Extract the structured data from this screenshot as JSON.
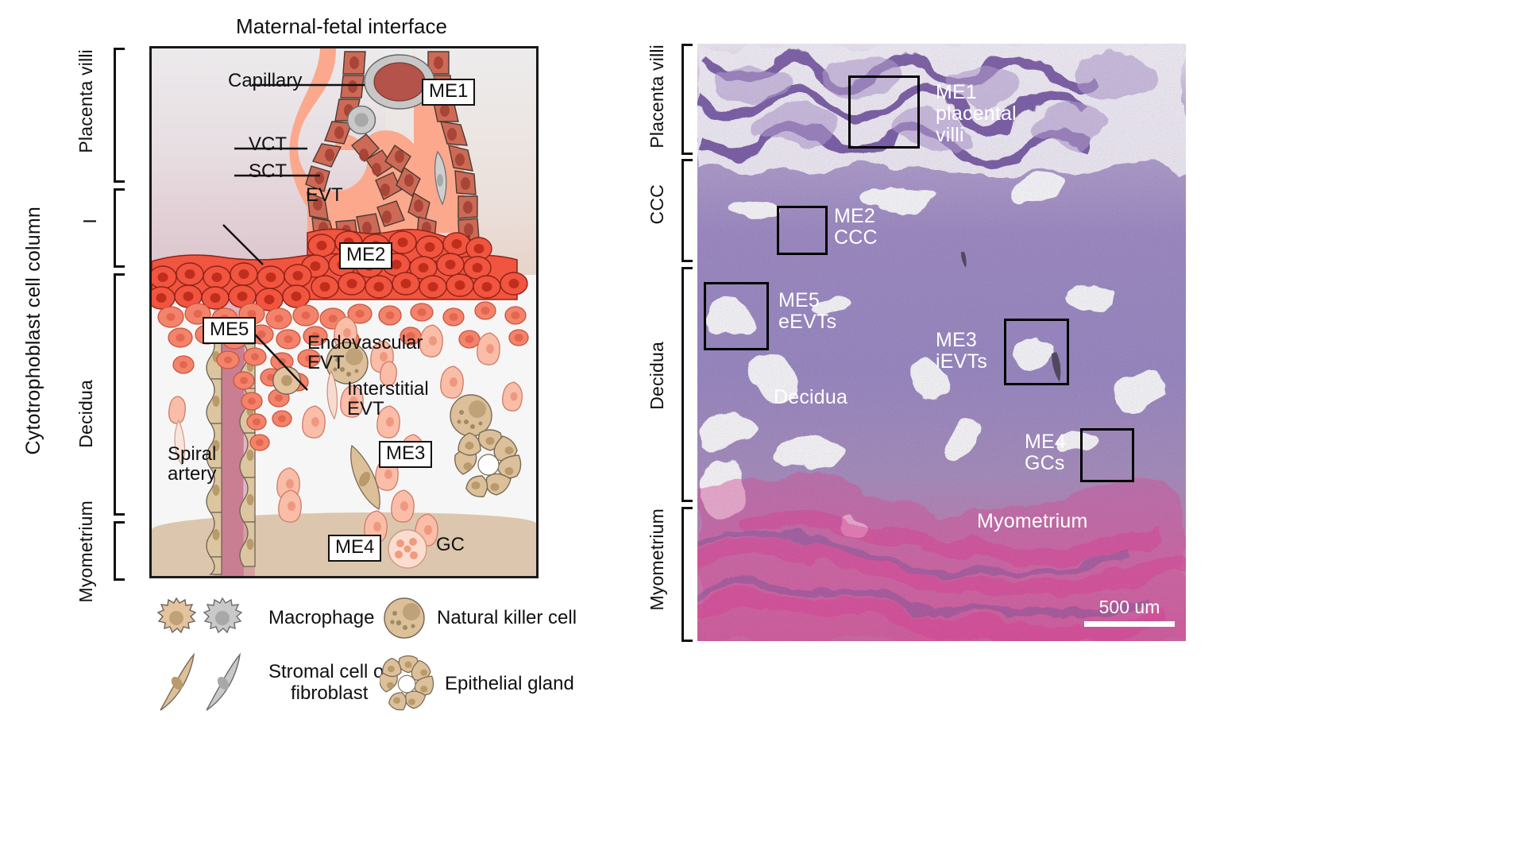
{
  "figure": {
    "title": "Maternal-fetal interface"
  },
  "left_panel": {
    "outer_bracket_label": "Cytotrophoblast cell column",
    "region_brackets": [
      {
        "label": "Placenta villi"
      },
      {
        "label": "I"
      },
      {
        "label": "Decidua"
      },
      {
        "label": "Myometrium"
      }
    ],
    "annotations": [
      {
        "name": "capillary",
        "text": "Capillary"
      },
      {
        "name": "vct",
        "text": "VCT"
      },
      {
        "name": "sct",
        "text": "SCT"
      },
      {
        "name": "evt",
        "text": "EVT"
      },
      {
        "name": "endovascular-evt",
        "text": "Endovascular\nEVT"
      },
      {
        "name": "interstitial-evt",
        "text": "Interstitial\nEVT"
      },
      {
        "name": "spiral-artery",
        "text": "Spiral\nartery"
      },
      {
        "name": "gc",
        "text": "GC"
      }
    ],
    "module_boxes": [
      {
        "id": "ME1",
        "label": "ME1"
      },
      {
        "id": "ME2",
        "label": "ME2"
      },
      {
        "id": "ME5",
        "label": "ME5"
      },
      {
        "id": "ME3",
        "label": "ME3"
      },
      {
        "id": "ME4",
        "label": "ME4"
      }
    ],
    "legend": [
      {
        "key": "macrophage",
        "label": "Macrophage",
        "icons": [
          "macrophage-tan",
          "macrophage-grey"
        ]
      },
      {
        "key": "natural-killer-cell",
        "label": "Natural killer cell",
        "icons": [
          "nk-cell"
        ]
      },
      {
        "key": "stromal-fibroblast",
        "label": "Stromal cell or\nfibroblast",
        "icons": [
          "spindle-tan",
          "spindle-grey"
        ]
      },
      {
        "key": "epithelial-gland",
        "label": "Epithelial gland",
        "icons": [
          "gland-rosette"
        ]
      }
    ]
  },
  "right_panel": {
    "region_brackets": [
      {
        "label": "Placenta villi"
      },
      {
        "label": "CCC"
      },
      {
        "label": "Decidua"
      },
      {
        "label": "Myometrium"
      }
    ],
    "image_labels": [
      {
        "name": "me1-placental-villi",
        "text": "ME1\nplacental\nvilli"
      },
      {
        "name": "me2-ccc",
        "text": "ME2\nCCC"
      },
      {
        "name": "me5-eevts",
        "text": "ME5\neEVTs"
      },
      {
        "name": "me3-ievts",
        "text": "ME3\niEVTs"
      },
      {
        "name": "decidua",
        "text": "Decidua"
      },
      {
        "name": "me4-gcs",
        "text": "ME4\nGCs"
      },
      {
        "name": "myometrium",
        "text": "Myometrium"
      }
    ],
    "scale_bar": {
      "label": "500 um"
    }
  },
  "colors": {
    "evt_red": "#f1543f",
    "sct_salmon": "#fba88d",
    "vct_brown": "#cd6a56",
    "decidua_bg": "#f7f6f6",
    "myometrium_tan": "#dcc7ae",
    "spiral_artery": "#cf8296",
    "stroma_tan": "#d9bd96",
    "stroma_grey": "#b8b8b8",
    "histology_purple": "#8c7fb8",
    "histology_pink": "#e0559b",
    "box_outline": "#000000",
    "label_white": "#ffffff"
  }
}
